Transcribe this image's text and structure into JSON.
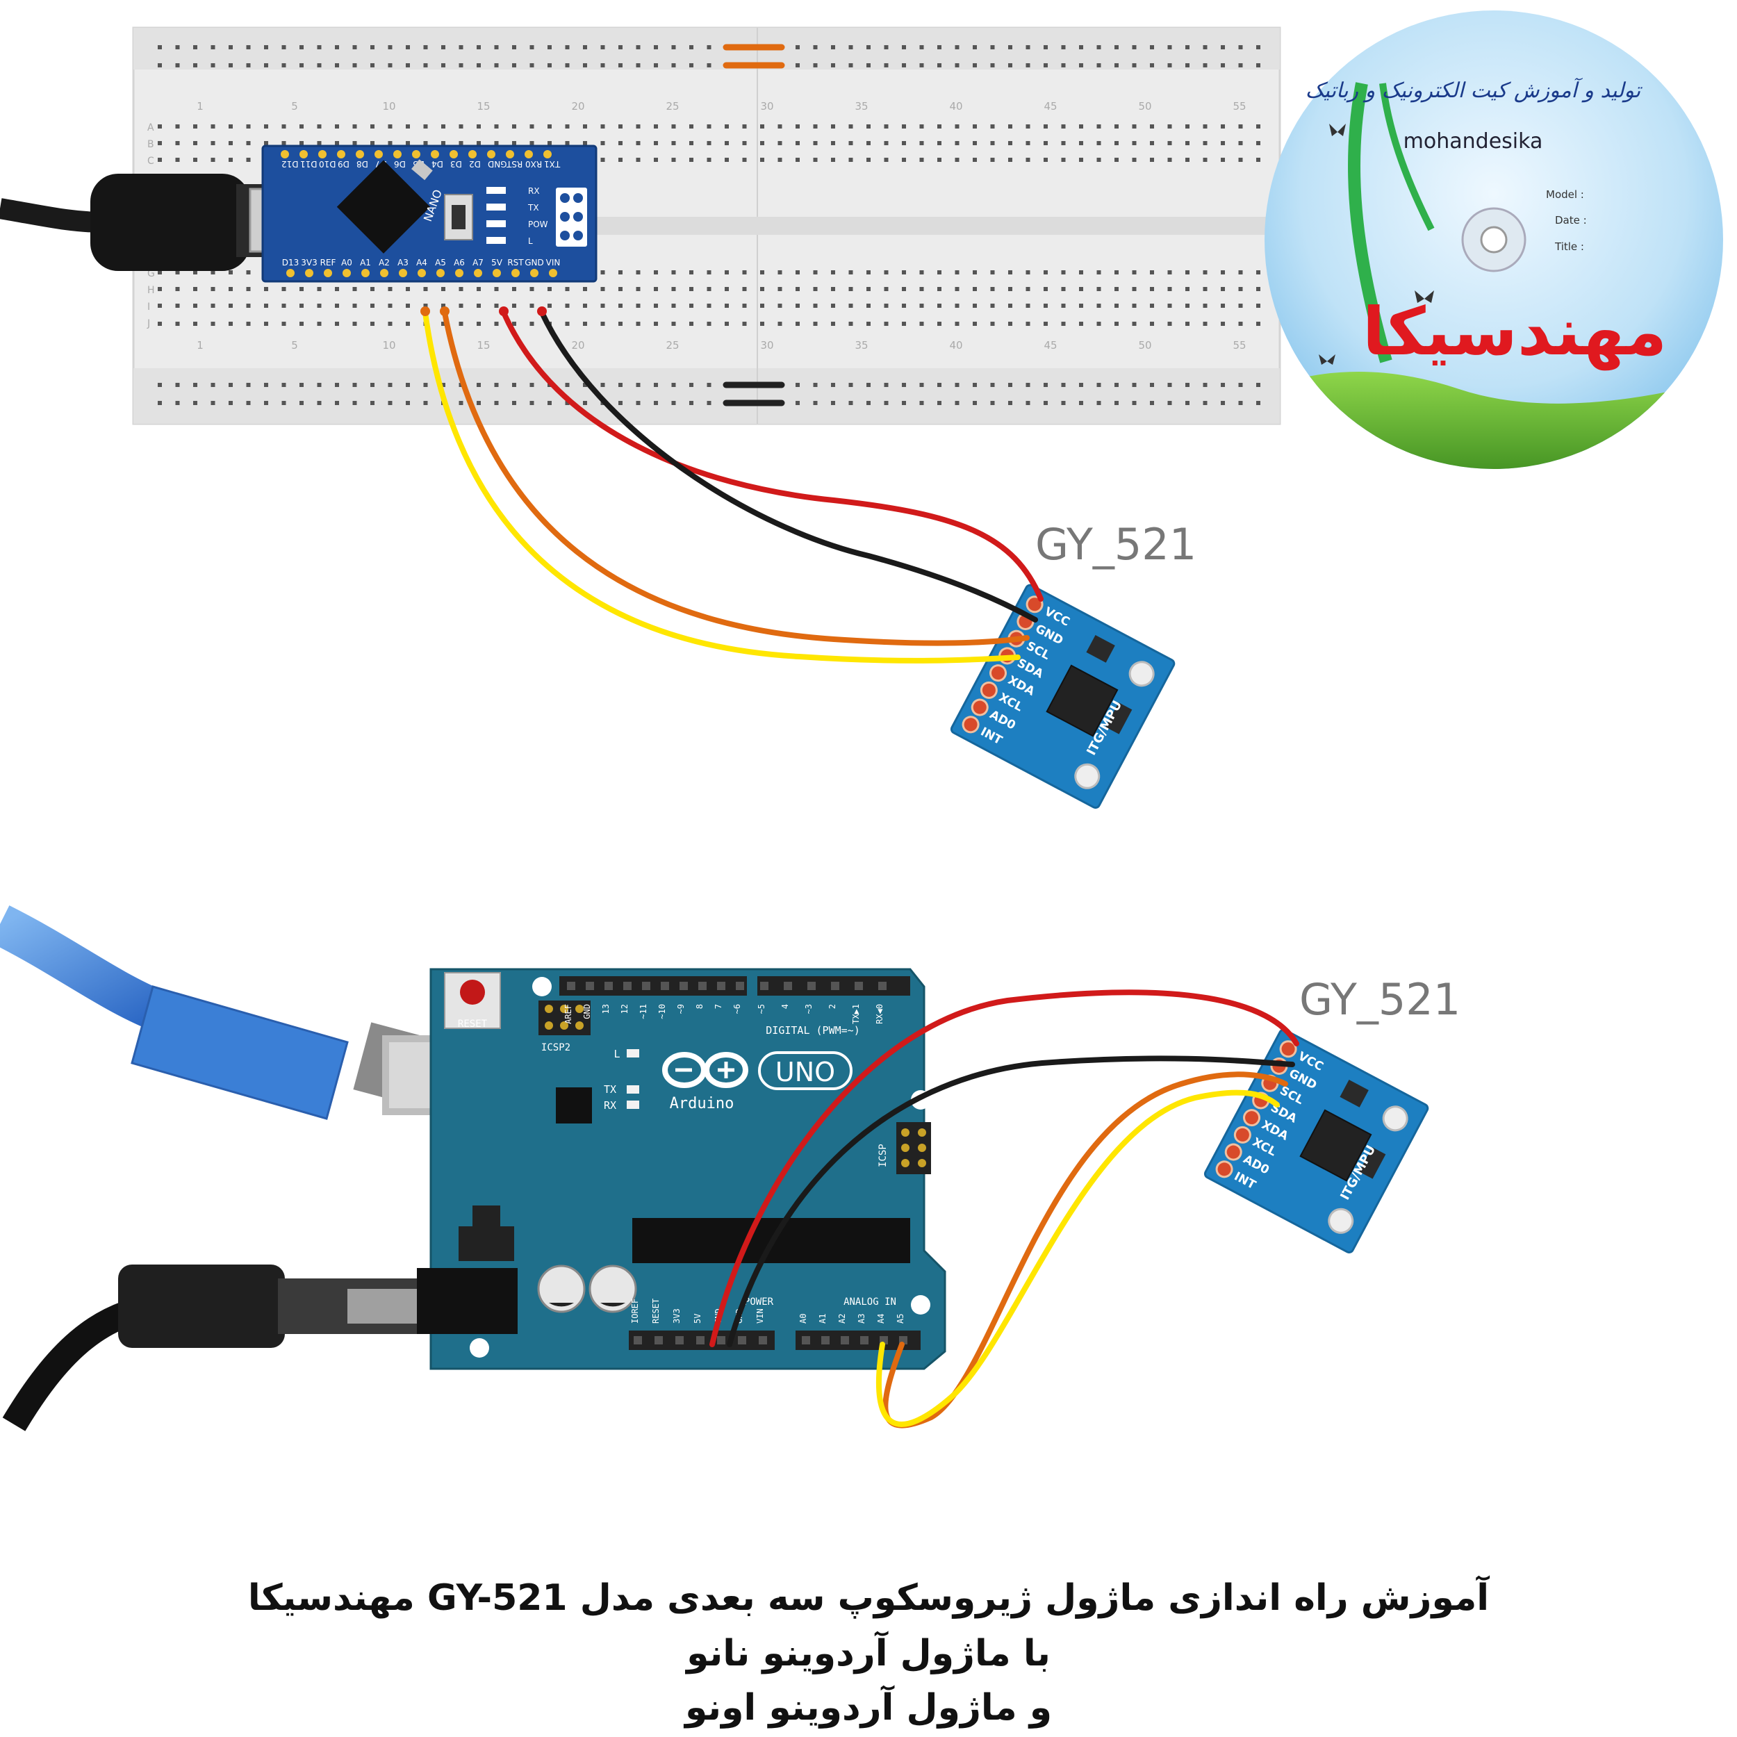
{
  "colors": {
    "board_blue": "#1f6f8b",
    "nano_blue": "#1d4f9e",
    "module_blue": "#1d7fc1",
    "breadboard": "#e9e9e9",
    "wire_red": "#d11a1a",
    "wire_black": "#1a1a1a",
    "wire_orange": "#e06a10",
    "wire_yellow": "#ffe600",
    "usb_blue": "#3b7fd6"
  },
  "breadboard": {
    "rows_top": [
      "A",
      "B",
      "C"
    ],
    "rows_bottom": [
      "G",
      "H",
      "I",
      "J"
    ],
    "col_numbers": [
      "1",
      "5",
      "10",
      "15",
      "20",
      "25",
      "30",
      "35",
      "40",
      "45",
      "50",
      "55"
    ]
  },
  "nano": {
    "label": "NANO",
    "top_pins": [
      "D13",
      "3V3",
      "REF",
      "A0",
      "A1",
      "A2",
      "A3",
      "A4",
      "A5",
      "A6",
      "A7",
      "5V",
      "RST",
      "GND",
      "VIN"
    ],
    "bottom_pins": [
      "D12",
      "D11",
      "D10",
      "D9",
      "D8",
      "D7",
      "D6",
      "D5",
      "D4",
      "D3",
      "D2",
      "GND",
      "RST",
      "RX0",
      "TX1"
    ],
    "leds": [
      "RX",
      "TX",
      "POW",
      "L"
    ]
  },
  "module_top": {
    "name": "GY_521",
    "pins": [
      "VCC",
      "GND",
      "SCL",
      "SDA",
      "XDA",
      "XCL",
      "AD0",
      "INT"
    ],
    "chip_label": "ITG/MPU"
  },
  "module_bottom": {
    "name": "GY_521",
    "pins": [
      "VCC",
      "GND",
      "SCL",
      "SDA",
      "XDA",
      "XCL",
      "AD0",
      "INT"
    ],
    "chip_label": "ITG/MPU"
  },
  "uno": {
    "logo": "UNO",
    "brand": "Arduino",
    "reset": "RESET",
    "icsp2": "ICSP2",
    "icsp": "ICSP",
    "digital": "DIGITAL (PWM=~)",
    "power": "POWER",
    "analog": "ANALOG IN",
    "led_l": "L",
    "led_tx": "TX",
    "led_rx": "RX",
    "digital_pins": [
      "AREF",
      "GND",
      "13",
      "12",
      "~11",
      "~10",
      "~9",
      "8",
      "7",
      "~6",
      "~5",
      "4",
      "~3",
      "2",
      "TX▶1",
      "RX◀0"
    ],
    "power_pins": [
      "IOREF",
      "RESET",
      "3V3",
      "5V",
      "GND",
      "GND",
      "VIN"
    ],
    "analog_pins": [
      "A0",
      "A1",
      "A2",
      "A3",
      "A4",
      "A5"
    ]
  },
  "cd": {
    "persian_title": "تولید و آموزش کیت الکترونیک و رباتیک",
    "brand": "mohandesika",
    "model": "Model :",
    "date": "Date :",
    "title": "Title :",
    "logo_text": "مهندسیکا"
  },
  "caption": {
    "line1": "آموزش راه اندازی ماژول ژیروسکوپ سه بعدی مدل  GY-521 مهندسیکا",
    "line2": "با ماژول آردوینو نانو",
    "line3": "و ماژول آردوینو اونو"
  }
}
